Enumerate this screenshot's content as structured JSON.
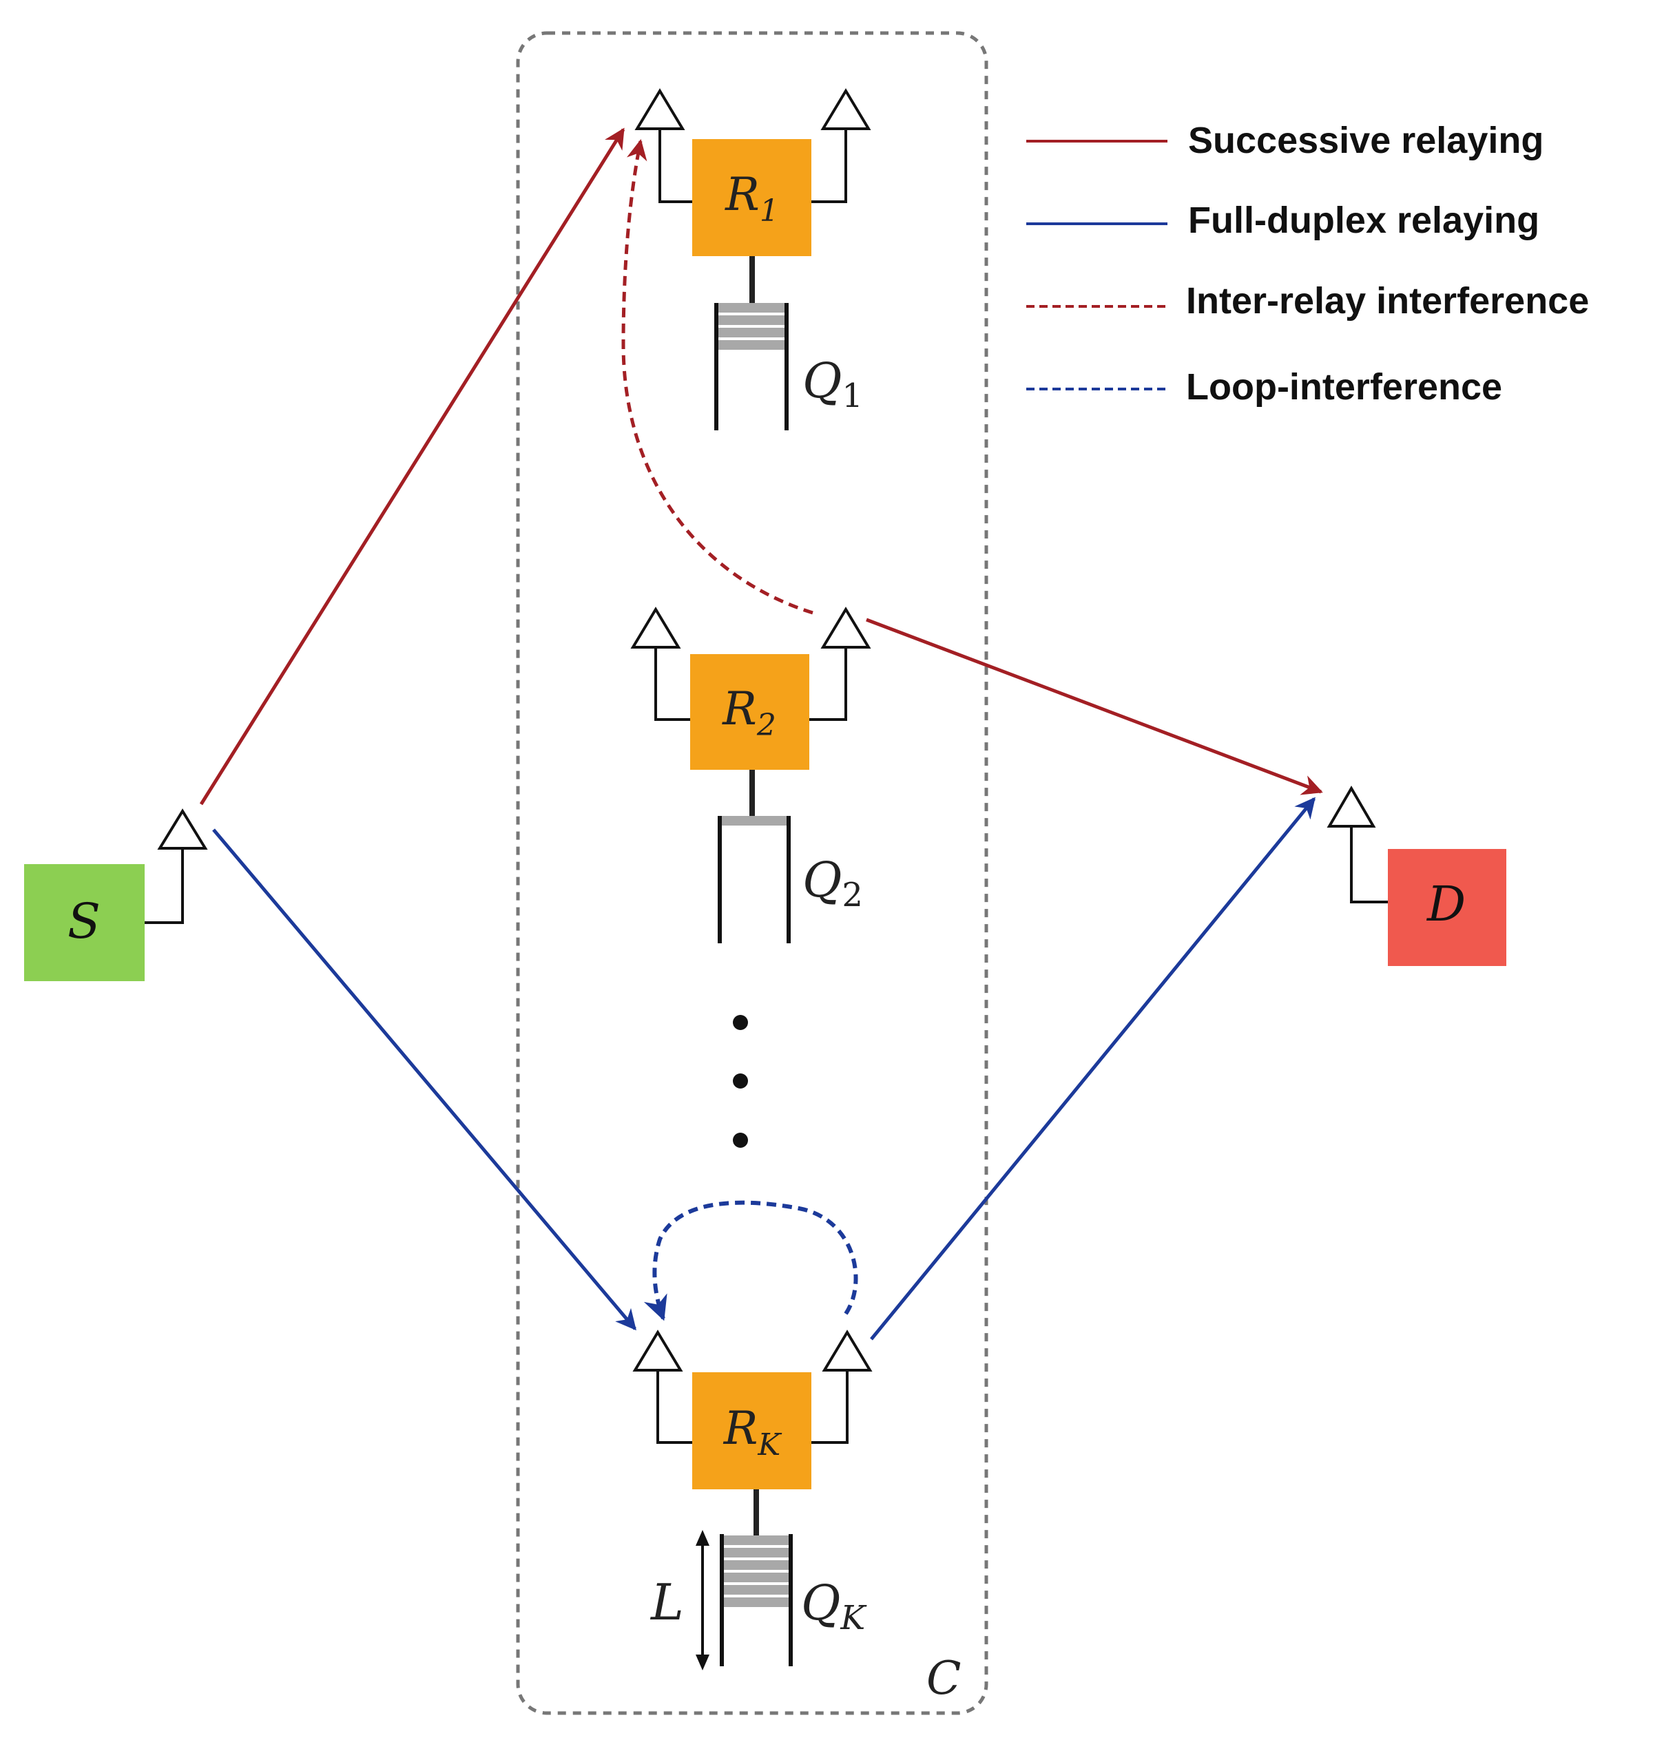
{
  "colors": {
    "successive": "#a31f24",
    "full_duplex": "#1c3a9a",
    "relay_fill": "#f5a21a",
    "source_fill": "#8ccf52",
    "dest_fill": "#f0594e",
    "queue_fill": "#a8a8a8",
    "cluster_border": "#777777"
  },
  "nodes": {
    "source": {
      "label": "S"
    },
    "destination": {
      "label": "D"
    },
    "relays": [
      {
        "base": "R",
        "sub": "1",
        "queue_base": "Q",
        "queue_sub": "1",
        "queue_level": 4
      },
      {
        "base": "R",
        "sub": "2",
        "queue_base": "Q",
        "queue_sub": "2",
        "queue_level": 1
      },
      {
        "base": "R",
        "sub": "K",
        "queue_base": "Q",
        "queue_sub": "K",
        "queue_level": 6
      }
    ],
    "buffer_size_label": "L",
    "cluster_label": "C"
  },
  "legend": [
    {
      "label": "Successive relaying",
      "style": "solid",
      "color_key": "successive"
    },
    {
      "label": "Full-duplex relaying",
      "style": "solid",
      "color_key": "full_duplex"
    },
    {
      "label": "Inter-relay interference",
      "style": "dashed",
      "color_key": "successive"
    },
    {
      "label": "Loop-interference",
      "style": "dashed",
      "color_key": "full_duplex"
    }
  ]
}
